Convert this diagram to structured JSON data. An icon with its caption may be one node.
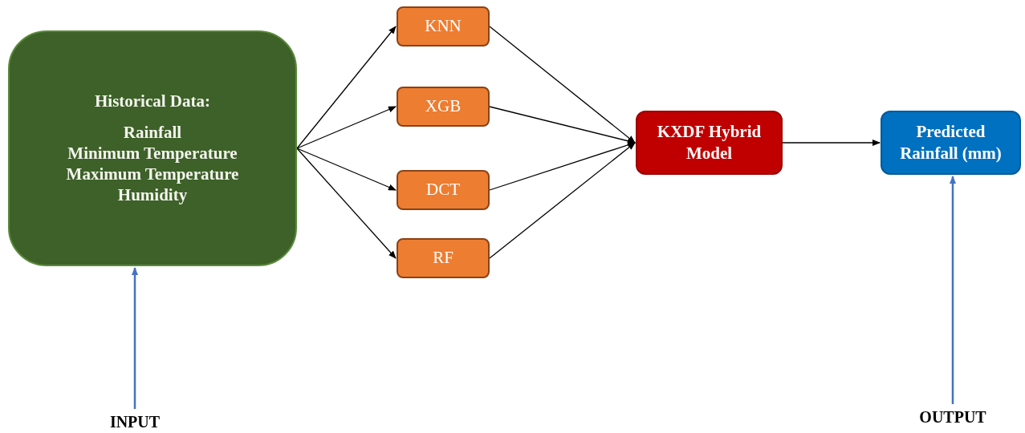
{
  "diagram": {
    "nodes": [
      {
        "text": [
          "Historical Data:",
          "Rainfall",
          "Minimum Temperature",
          "Maximum Temperature",
          "Humidity"
        ]
      },
      {
        "text": [
          "KNN"
        ]
      },
      {
        "text": [
          "XGB"
        ]
      },
      {
        "text": [
          "DCT"
        ]
      },
      {
        "text": [
          "RF"
        ]
      },
      {
        "text": [
          "KXDF Hybrid Model"
        ]
      },
      {
        "text": [
          "Predicted Rainfall (mm)"
        ]
      },
      {
        "text": [
          "INPUT"
        ]
      },
      {
        "text": [
          "OUTPUT"
        ]
      }
    ],
    "edges": [
      {
        "from": 0,
        "to": 1,
        "arrow": "to"
      },
      {
        "from": 0,
        "to": 2,
        "arrow": "to"
      },
      {
        "from": 0,
        "to": 3,
        "arrow": "to"
      },
      {
        "from": 0,
        "to": 4,
        "arrow": "to"
      },
      {
        "from": 1,
        "to": 5,
        "arrow": "to"
      },
      {
        "from": 2,
        "to": 5,
        "arrow": "to"
      },
      {
        "from": 3,
        "to": 5,
        "arrow": "to"
      },
      {
        "from": 4,
        "to": 5,
        "arrow": "to"
      },
      {
        "from": 5,
        "to": 6,
        "arrow": "to"
      },
      {
        "from": 7,
        "to": 0,
        "arrow": "to",
        "color": "#4472c4"
      },
      {
        "from": 8,
        "to": 6,
        "arrow": "to",
        "color": "#4472c4"
      }
    ]
  }
}
